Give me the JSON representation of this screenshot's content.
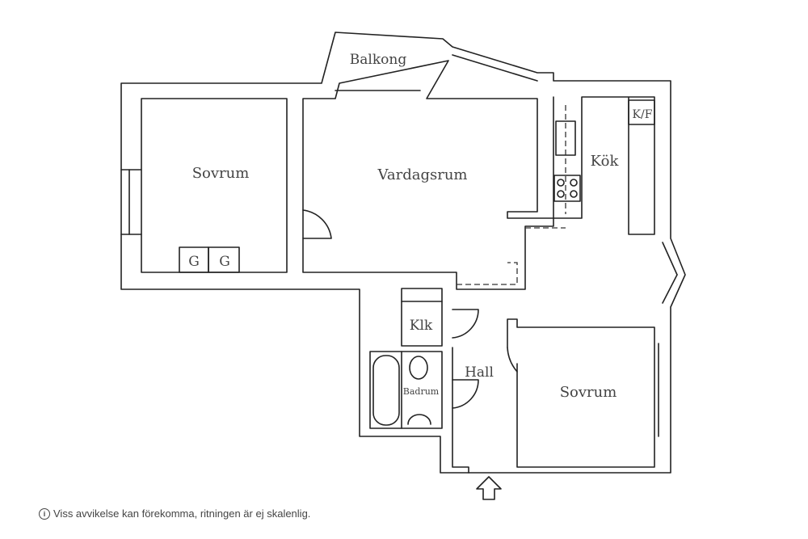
{
  "rooms": {
    "balkong": "Balkong",
    "sovrum_left": "Sovrum",
    "vardagsrum": "Vardagsrum",
    "kok": "Kök",
    "kf": "K/F",
    "g1": "G",
    "g2": "G",
    "klk": "Klk",
    "hall": "Hall",
    "badrum": "Badrum",
    "sovrum_right": "Sovrum"
  },
  "footer": {
    "icon": "info-icon",
    "text": "Viss avvikelse kan förekomma, ritningen är ej skalenlig."
  }
}
